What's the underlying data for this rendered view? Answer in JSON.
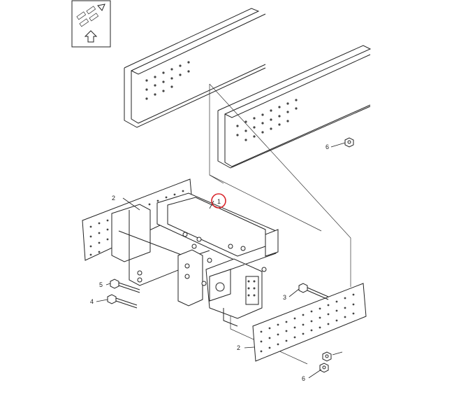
{
  "icon_box": {
    "icon": "orientation-arrow-icon"
  },
  "callouts": [
    {
      "id": "c1",
      "label": "1",
      "highlight_color": "#d9262c"
    },
    {
      "id": "c2a",
      "label": "2"
    },
    {
      "id": "c2b",
      "label": "2"
    },
    {
      "id": "c3",
      "label": "3"
    },
    {
      "id": "c4",
      "label": "4"
    },
    {
      "id": "c5",
      "label": "5"
    },
    {
      "id": "c6a",
      "label": "6"
    },
    {
      "id": "c6b",
      "label": "6"
    }
  ],
  "colors": {
    "line": "#222222",
    "highlight": "#d9262c",
    "background": "#ffffff"
  }
}
